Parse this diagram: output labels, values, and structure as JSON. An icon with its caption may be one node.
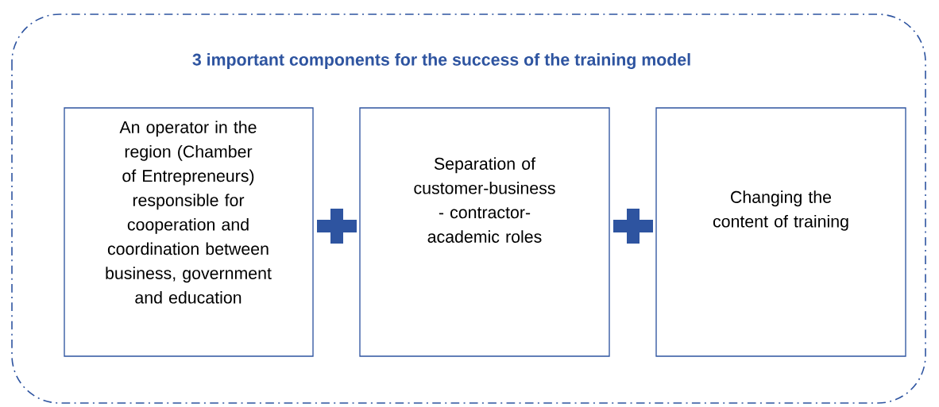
{
  "diagram": {
    "nodes": [
      {
        "text": [
          "3 important components for the success of the training model"
        ]
      },
      {
        "text": [
          "An operator in the region (Chamber of Entrepreneurs) responsible for cooperation and coordination between business, government and education"
        ],
        "in": 0
      },
      {
        "text": [
          "Separation of customer-business - contractor-academic roles"
        ],
        "in": 0
      },
      {
        "text": [
          "Changing the content of training"
        ],
        "in": 0
      }
    ]
  }
}
